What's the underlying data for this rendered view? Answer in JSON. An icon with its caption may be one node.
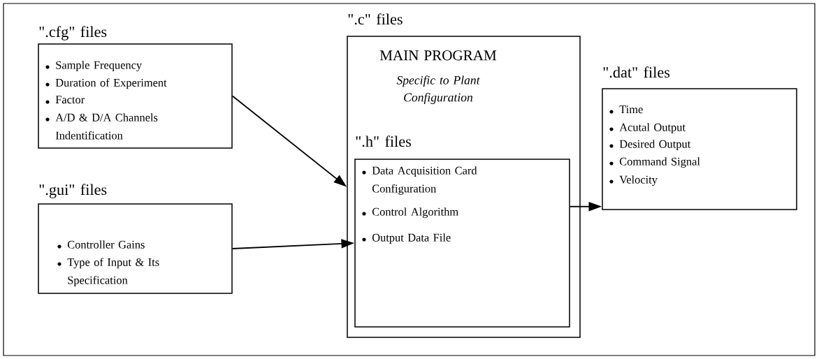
{
  "diagram": {
    "nodes": [
      {
        "text": [
          "\".cfg\" files",
          "Sample Frequency",
          "Duration of Experiment",
          "Factor",
          "A/D & D/A Channels Indentification"
        ]
      },
      {
        "text": [
          "\".gui\" files",
          "Controller Gains",
          "Type of Input & Its Specification"
        ]
      },
      {
        "text": [
          "\".c\" files",
          "MAIN PROGRAM",
          "Specific to Plant Configuration"
        ]
      },
      {
        "text": [
          "\".h\" files",
          "Data Acquisition Card Configuration",
          "Control Algorithm",
          "Output Data File"
        ],
        "in": 2
      },
      {
        "text": [
          "\".dat\" files",
          "Time",
          "Acutal Output",
          "Desired Output",
          "Command Signal",
          "Velocity"
        ]
      }
    ],
    "edges": [
      {
        "from": 0,
        "to": 2,
        "arrow": "to"
      },
      {
        "from": 1,
        "to": 3,
        "arrow": "to"
      },
      {
        "from": 3,
        "to": 4,
        "arrow": "to"
      }
    ]
  }
}
